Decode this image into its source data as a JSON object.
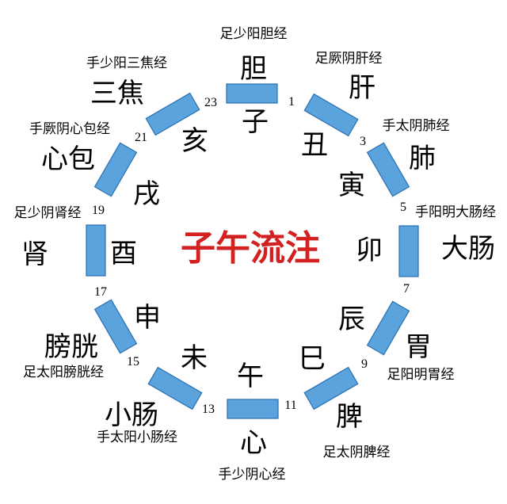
{
  "title": "子午流注",
  "colors": {
    "bar": "#5aa3dc",
    "title": "#d32020"
  },
  "segments": [
    {
      "meridian": "足少阳胆经",
      "organ": "胆",
      "branch": "子",
      "hour_end": "1"
    },
    {
      "meridian": "足厥阴肝经",
      "organ": "肝",
      "branch": "丑",
      "hour_end": "3"
    },
    {
      "meridian": "手太阴肺经",
      "organ": "肺",
      "branch": "寅",
      "hour_end": "5"
    },
    {
      "meridian": "手阳明大肠经",
      "organ": "大肠",
      "branch": "卯",
      "hour_end": "7"
    },
    {
      "meridian": "足阳明胃经",
      "organ": "胃",
      "branch": "辰",
      "hour_end": "9"
    },
    {
      "meridian": "足太阴脾经",
      "organ": "脾",
      "branch": "巳",
      "hour_end": "11"
    },
    {
      "meridian": "手少阴心经",
      "organ": "心",
      "branch": "午",
      "hour_end": "13"
    },
    {
      "meridian": "手太阳小肠经",
      "organ": "小肠",
      "branch": "未",
      "hour_end": "15"
    },
    {
      "meridian": "足太阳膀胱经",
      "organ": "膀胱",
      "branch": "申",
      "hour_end": "17"
    },
    {
      "meridian": "足少阴肾经",
      "organ": "肾",
      "branch": "酉",
      "hour_end": "19"
    },
    {
      "meridian": "手厥阴心包经",
      "organ": "心包",
      "branch": "戌",
      "hour_end": "21"
    },
    {
      "meridian": "手少阳三焦经",
      "organ": "三焦",
      "branch": "亥",
      "hour_end": "23"
    }
  ]
}
